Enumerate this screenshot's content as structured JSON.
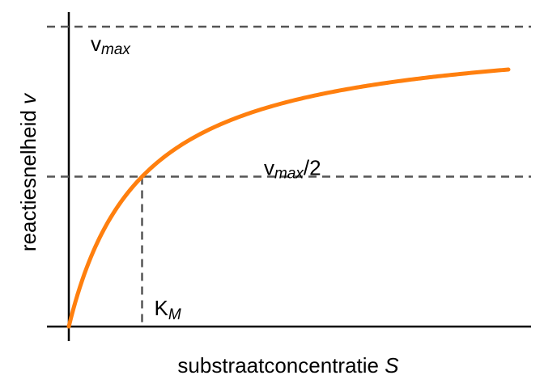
{
  "chart_data": {
    "type": "line",
    "model": "michaelis-menten",
    "xlabel": "substraatconcentratie",
    "xlabel_var": "S",
    "ylabel": "reactiesnelheid",
    "ylabel_var": "v",
    "vmax": 1.0,
    "km": 1.0,
    "xlim": [
      0,
      6
    ],
    "ylim": [
      0,
      1.0
    ],
    "series": [
      {
        "x": [
          0,
          0.1,
          0.25,
          0.5,
          0.75,
          1.0,
          1.5,
          2.0,
          2.5,
          3.0,
          3.5,
          4.0,
          4.5,
          5.0,
          5.5,
          6.0
        ],
        "y": [
          0,
          0.091,
          0.2,
          0.333,
          0.429,
          0.5,
          0.6,
          0.667,
          0.714,
          0.75,
          0.778,
          0.8,
          0.818,
          0.833,
          0.846,
          0.857
        ]
      }
    ],
    "curve_color": "#ff7f0e",
    "reference_color": "#555555",
    "axis_color": "#000000",
    "grid": false,
    "annotations": {
      "vmax": {
        "base": "v",
        "sub": "max",
        "suffix": ""
      },
      "half_vmax": {
        "base": "v",
        "sub": "max",
        "suffix": "/2"
      },
      "km": {
        "base": "K",
        "sub": "M",
        "suffix": ""
      }
    }
  }
}
